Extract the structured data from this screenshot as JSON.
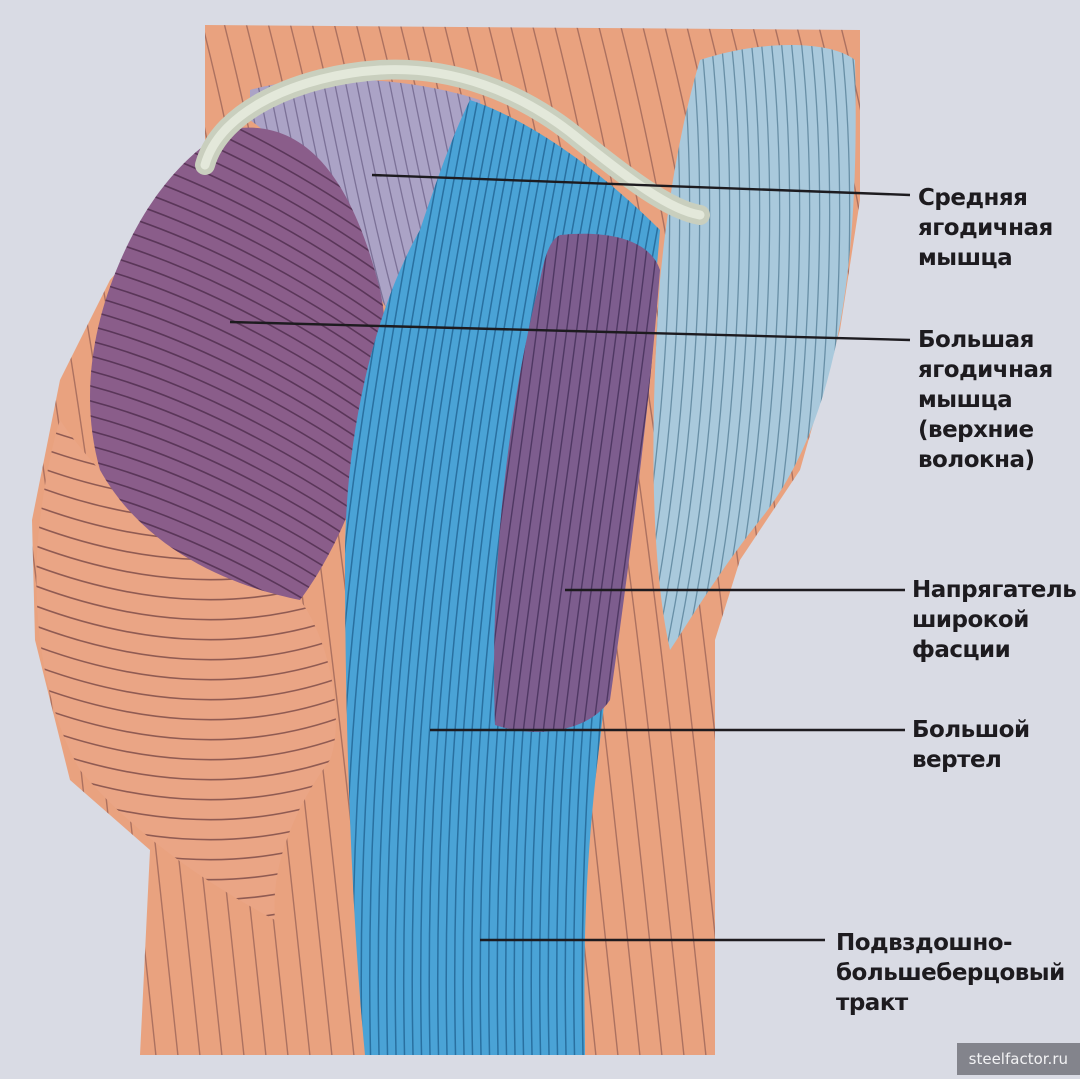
{
  "labels": {
    "gluteus_medius": [
      "Средняя",
      "ягодичная",
      "мышца"
    ],
    "gluteus_maximus": [
      "Большая",
      "ягодичная",
      "мышца",
      "(верхние",
      "волокна)"
    ],
    "tensor_fasciae_latae": [
      "Напрягатель",
      "широкой",
      "фасции"
    ],
    "greater_trochanter": [
      "Большой",
      "вертел"
    ],
    "iliotibial_tract": [
      "Подвздошно-",
      "большеберцовый",
      "тракт"
    ]
  },
  "watermark": "steelfactor.ru",
  "colors": {
    "background": "#d9dbe4",
    "muscle_skin": "#e9a27f",
    "muscle_purple": "#8a5d8a",
    "gluteus_medius": "#a9a0c4",
    "it_band": "#4aa3d6",
    "light_blue": "#a9c9dc",
    "fiber_line": "#5a3a40",
    "leader_line": "#1d1b1f",
    "text": "#1d1b1f"
  }
}
